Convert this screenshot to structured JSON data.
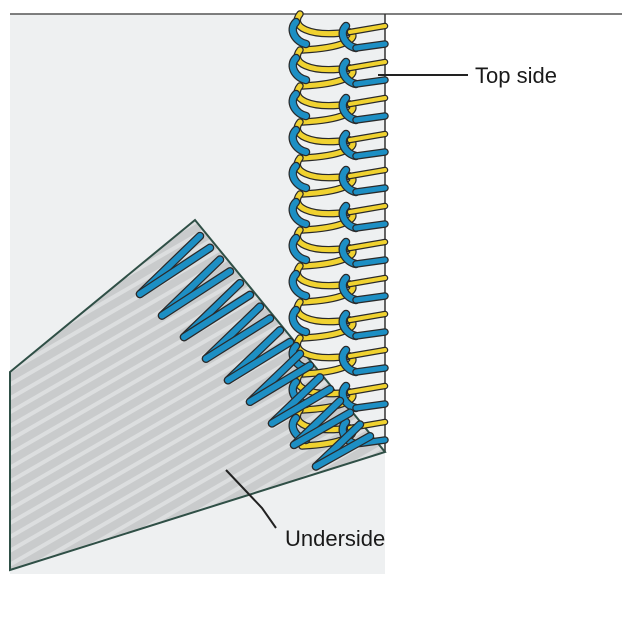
{
  "labels": {
    "top_side": "Top side",
    "underside": "Underside"
  },
  "colors": {
    "background": "#ffffff",
    "top_fabric": "#eef0f1",
    "under_fabric": "#c9cbcc",
    "under_fabric_stripe": "#dcdedf",
    "fabric_edge": "#2f4f46",
    "needle_thread": "#1d8fc4",
    "looper_thread": "#f0d230",
    "thread_outline": "#2a2a2a",
    "callout_line": "#222222"
  },
  "icons": {
    "top_fabric": "fabric-top-layer",
    "under_fabric": "fabric-underside-layer",
    "needle_thread": "overlock-needle-thread",
    "looper_thread": "overlock-looper-thread"
  }
}
